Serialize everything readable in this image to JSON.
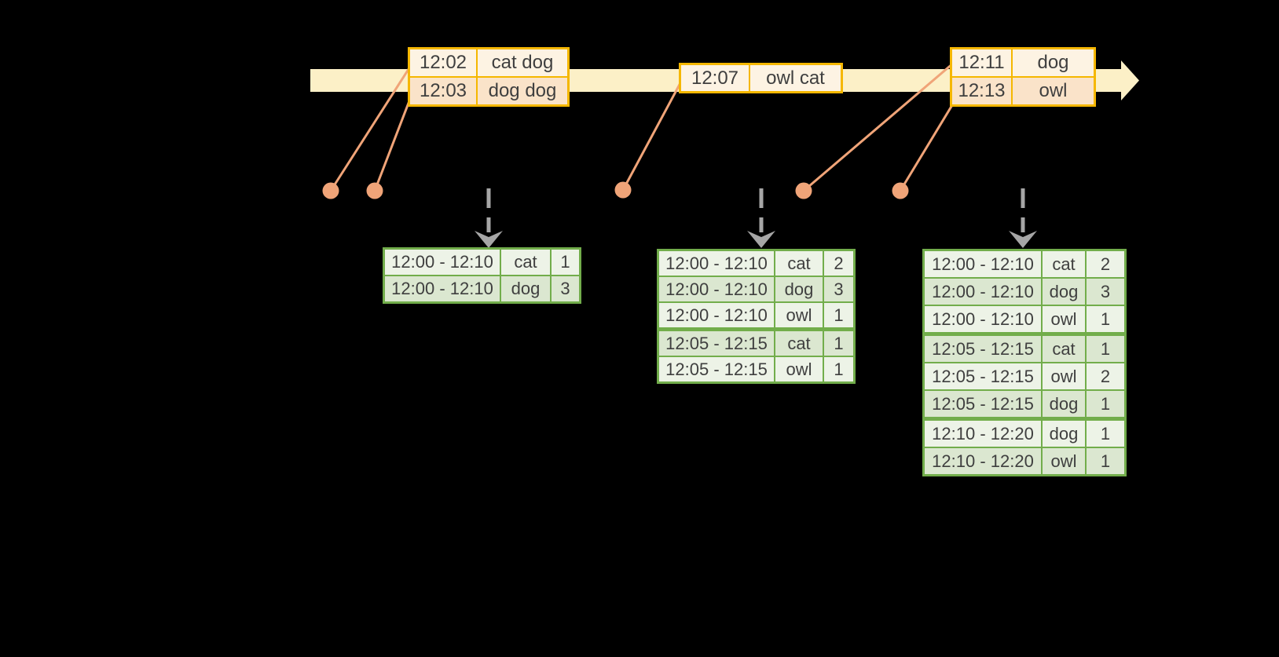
{
  "diagram": {
    "background": "#000000",
    "description_visible_text_only": true
  },
  "colors": {
    "timeline_fill": "#fcf0c7",
    "event_table_border": "#f5b700",
    "event_row_dark": "#fae3c9",
    "event_row_light": "#fdf3e3",
    "event_marker": "#f0a478",
    "result_table_border": "#72ad4b",
    "result_row_dark": "#dbe7d0",
    "result_row_light": "#edf3e7",
    "trigger_arrow": "#a6a6a6",
    "text": "#3f3f3f"
  },
  "icons": {
    "timeline_arrow": "right-arrow",
    "event_marker": "dot",
    "result_trigger": "dashed-down-arrow"
  },
  "timeline": {
    "event_marker_count": 5
  },
  "event_tables": [
    {
      "rows": [
        {
          "time": "12:02",
          "words": "cat dog"
        },
        {
          "time": "12:03",
          "words": "dog dog"
        }
      ]
    },
    {
      "rows": [
        {
          "time": "12:07",
          "words": "owl cat"
        }
      ]
    },
    {
      "rows": [
        {
          "time": "12:11",
          "words": "dog"
        },
        {
          "time": "12:13",
          "words": "owl"
        }
      ]
    }
  ],
  "result_tables": [
    {
      "rows": [
        {
          "window": "12:00 - 12:10",
          "word": "cat",
          "count": 1
        },
        {
          "window": "12:00 - 12:10",
          "word": "dog",
          "count": 3
        }
      ]
    },
    {
      "rows": [
        {
          "window": "12:00 - 12:10",
          "word": "cat",
          "count": 2
        },
        {
          "window": "12:00 - 12:10",
          "word": "dog",
          "count": 3
        },
        {
          "window": "12:00 - 12:10",
          "word": "owl",
          "count": 1
        },
        {
          "window": "12:05 - 12:15",
          "word": "cat",
          "count": 1
        },
        {
          "window": "12:05 - 12:15",
          "word": "owl",
          "count": 1
        }
      ]
    },
    {
      "rows": [
        {
          "window": "12:00 - 12:10",
          "word": "cat",
          "count": 2
        },
        {
          "window": "12:00 - 12:10",
          "word": "dog",
          "count": 3
        },
        {
          "window": "12:00 - 12:10",
          "word": "owl",
          "count": 1
        },
        {
          "window": "12:05 - 12:15",
          "word": "cat",
          "count": 1
        },
        {
          "window": "12:05 - 12:15",
          "word": "owl",
          "count": 2
        },
        {
          "window": "12:05 - 12:15",
          "word": "dog",
          "count": 1
        },
        {
          "window": "12:10 - 12:20",
          "word": "dog",
          "count": 1
        },
        {
          "window": "12:10 - 12:20",
          "word": "owl",
          "count": 1
        }
      ]
    }
  ]
}
